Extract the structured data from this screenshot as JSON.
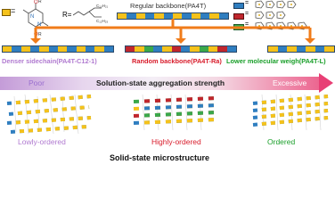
{
  "top": {
    "equals": "=",
    "r_equals": "R=",
    "regular_label": "Regular backbone(PA4T)",
    "legend_equals": [
      "=",
      "=",
      "="
    ]
  },
  "labels": {
    "left": "Denser sidechain(PA4T-C12-1)",
    "center": "Random backbone(PA4T-Ra)",
    "right": "Lower molecular weigh(PA4T-L)"
  },
  "arrow": {
    "left": "Poor",
    "title": "Solution-state aggregation strength",
    "right": "Excessive"
  },
  "order": {
    "left": "Lowly-ordered",
    "center": "Highly-ordered",
    "right": "Ordered"
  },
  "footer": "Solid-state microstructure",
  "colors": {
    "orange": "#f07c1a",
    "purple_label": "#b07ad0",
    "red_label": "#d81b2a",
    "green_label": "#1a9f2a",
    "unit_yellow": "#f5c21b",
    "unit_blue": "#2f7ec0",
    "unit_red": "#c0262d",
    "unit_green": "#3aa84a"
  }
}
